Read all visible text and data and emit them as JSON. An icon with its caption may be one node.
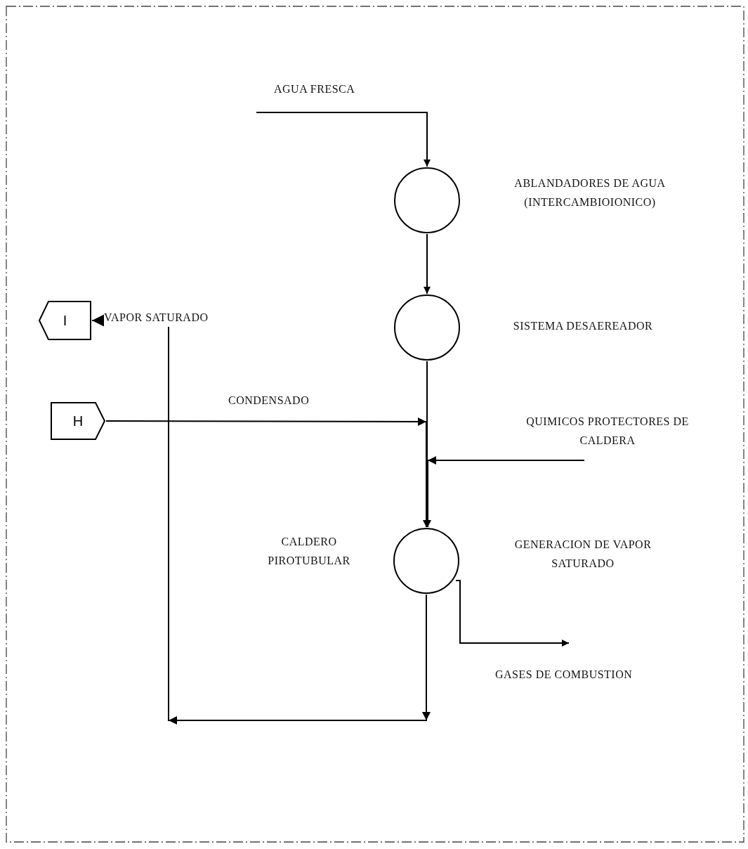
{
  "diagram": {
    "nodes": [
      {
        "text": [],
        "shape": "circle"
      },
      {
        "text": [],
        "shape": "circle"
      },
      {
        "text": [],
        "shape": "circle",
        "beside": [
          "CALDERO PIROTUBULAR"
        ]
      },
      {
        "text": [
          "I"
        ]
      },
      {
        "text": [
          "H"
        ]
      }
    ],
    "edges": [
      {
        "from": null,
        "to": 0,
        "arrow": "to",
        "label": "AGUA FRESCA"
      },
      {
        "from": 0,
        "to": 1,
        "arrow": "to"
      },
      {
        "from": 1,
        "to": 2,
        "arrow": "to"
      },
      {
        "from": 4,
        "to": 2,
        "arrow": "to",
        "label": "CONDENSADO"
      },
      {
        "from": null,
        "to": 2,
        "arrow": "to",
        "label": "QUIMICOS PROTECTORES DE CALDERA"
      },
      {
        "from": 2,
        "to": null,
        "arrow": "to",
        "label": "GASES DE COMBUSTION"
      },
      {
        "from": 2,
        "to": 3,
        "arrow": "to",
        "label": "VAPOR SATURADO"
      }
    ],
    "labels": [
      "ABLANDADORES DE AGUA (INTERCAMBIOIONICO)",
      "SISTEMA DESAEREADOR",
      "GENERACION DE VAPOR SATURADO"
    ]
  }
}
